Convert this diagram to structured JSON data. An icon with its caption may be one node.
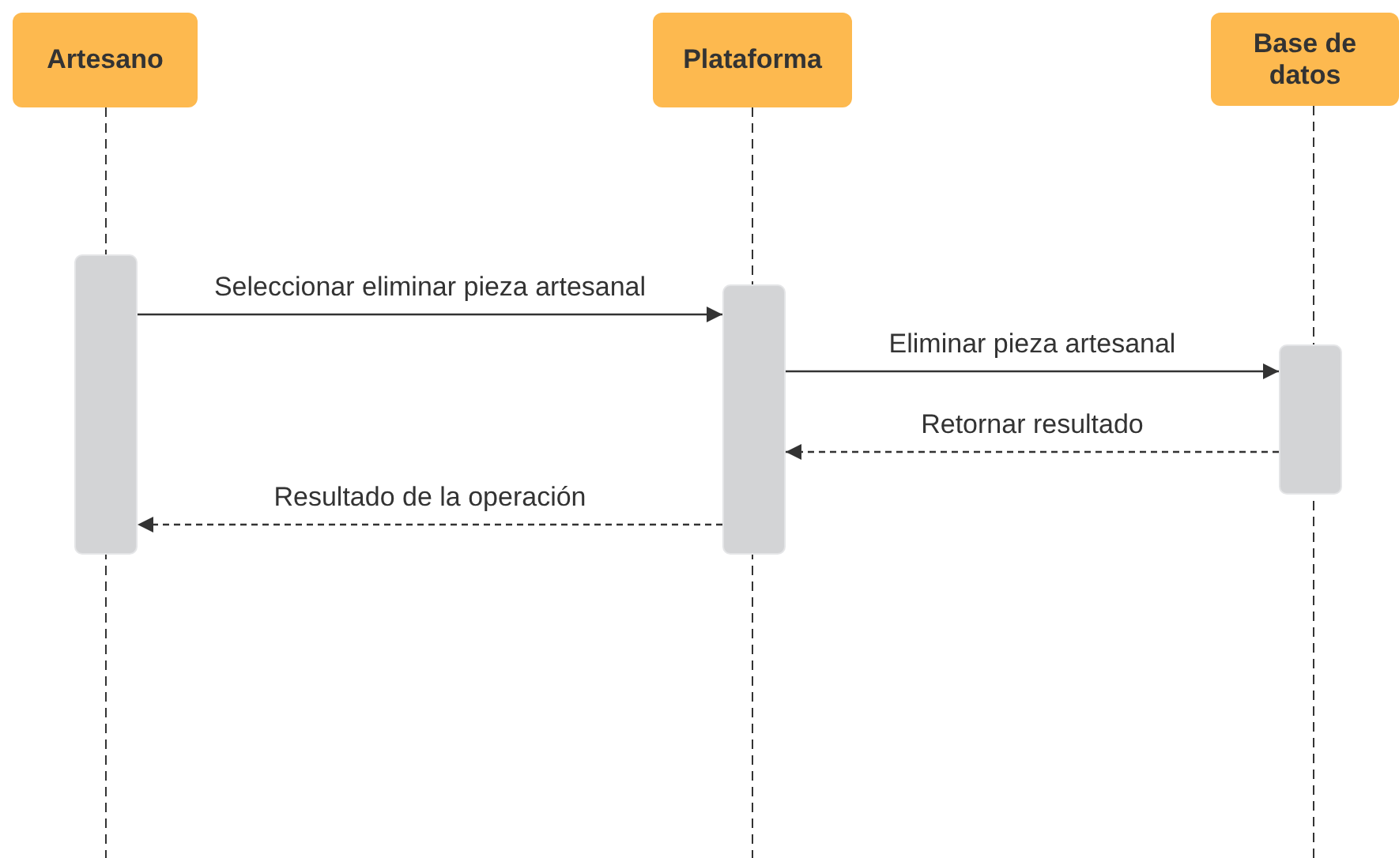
{
  "diagram": {
    "nodes": [
      {
        "text": [
          "Artesano"
        ]
      },
      {
        "text": [
          "Plataforma"
        ]
      },
      {
        "text": [
          "Base de datos"
        ]
      },
      {
        "text": [],
        "shape": "bar"
      },
      {
        "text": [],
        "shape": "bar"
      },
      {
        "text": [],
        "shape": "bar"
      }
    ],
    "edges": [
      {
        "from": 3,
        "to": 4,
        "arrow": "to",
        "label": "Seleccionar eliminar pieza artesanal"
      },
      {
        "from": 4,
        "to": 5,
        "arrow": "to",
        "label": "Eliminar pieza artesanal"
      },
      {
        "from": 5,
        "to": 4,
        "arrow": "to",
        "label": "Retornar resultado",
        "style": "dashed"
      },
      {
        "from": 4,
        "to": 3,
        "arrow": "to",
        "label": "Resultado de la operación",
        "style": "dashed"
      }
    ]
  }
}
